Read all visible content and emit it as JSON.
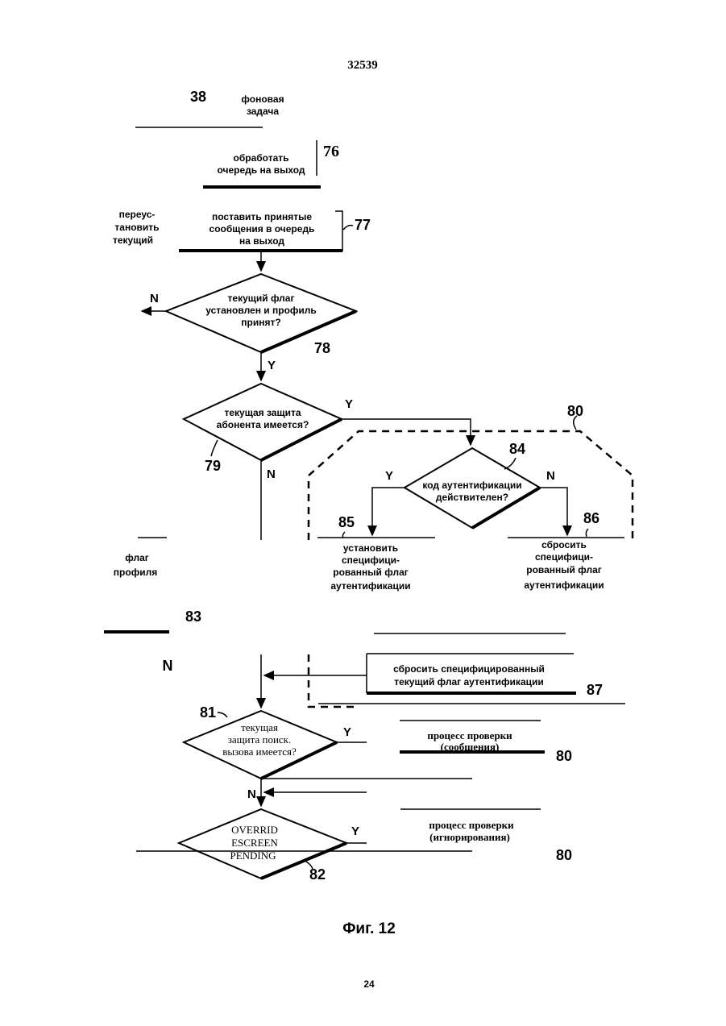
{
  "header": {
    "doc_number": "32539"
  },
  "footer": {
    "page_number": "24"
  },
  "figure": {
    "caption": "Фиг. 12"
  },
  "labels": {
    "n38": "38",
    "background_task": [
      "фоновая",
      "задача"
    ],
    "n76": "76",
    "process_queue": [
      "обработать",
      "очередь на выход"
    ],
    "reset_current": [
      "переус-",
      "тановить",
      "текущий"
    ],
    "n77": "77",
    "queue_received": [
      "поставить принятые",
      "сообщения в очередь",
      "на выход"
    ],
    "d78_text": [
      "текущий флаг",
      "установлен и профиль",
      "принят?"
    ],
    "n78": "78",
    "d79_text": [
      "текущая защита",
      "абонента имеется?"
    ],
    "n79": "79",
    "n80": "80",
    "d84_text": [
      "код аутентификации",
      "действителен?"
    ],
    "n84": "84",
    "n85": "85",
    "set_flag": [
      "установить",
      "специфици-",
      "рованный флаг",
      "аутентификации"
    ],
    "n86": "86",
    "clear_flag": [
      "сбросить",
      "специфици-",
      "рованный флаг",
      "аутентификации"
    ],
    "profile_flag": [
      "флаг",
      "профиля"
    ],
    "n83": "83",
    "clear_current": [
      "сбросить специфицированный",
      "текущий флаг аутентификации"
    ],
    "n87": "87",
    "n81": "81",
    "d81_text": [
      "текущая",
      "защита поиск.",
      "вызова имеется?"
    ],
    "check_message": [
      "процесс проверки",
      "(сообщения)"
    ],
    "n80b": "80",
    "override": [
      "OVERRID",
      "ESCREEN",
      "PENDING"
    ],
    "n82": "82",
    "check_ignore": [
      "процесс проверки",
      "(игнорирования)"
    ],
    "n80c": "80",
    "yes": "Y",
    "no": "N"
  }
}
